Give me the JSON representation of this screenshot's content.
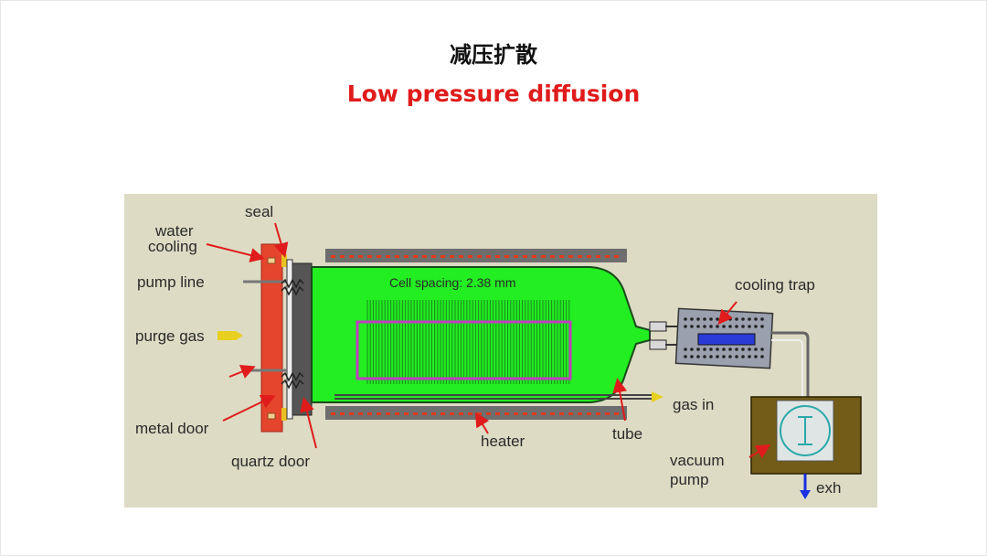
{
  "slide": {
    "title_cn": "减压扩散",
    "title_en": "Low pressure diffusion"
  },
  "diagram": {
    "colors": {
      "background": "#dddbc4",
      "metal_door": "#e5452c",
      "tube": "#22ee22",
      "heater": "#6e6e6e",
      "heater_dots": "#e03b1b",
      "cooling_trap": "#9aa0ae",
      "trap_core": "#2a3ad8",
      "vacuum_pump": "#735c18",
      "wafer_boat": "#c13ec1",
      "arrow": "#e01b1b",
      "gas_arrow": "#e8d020",
      "exhaust_arrow": "#1830e0"
    },
    "labels": {
      "seal": "seal",
      "water_cooling_1": "water",
      "water_cooling_2": "cooling",
      "pump_line": "pump line",
      "purge_gas": "purge gas",
      "metal_door": "metal door",
      "quartz_door": "quartz door",
      "cell_spacing": "Cell spacing: 2.38 mm",
      "heater": "heater",
      "tube": "tube",
      "gas_in": "gas in",
      "cooling_trap": "cooling trap",
      "vacuum_pump_1": "vacuum",
      "vacuum_pump_2": "pump",
      "exh": "exh"
    }
  }
}
